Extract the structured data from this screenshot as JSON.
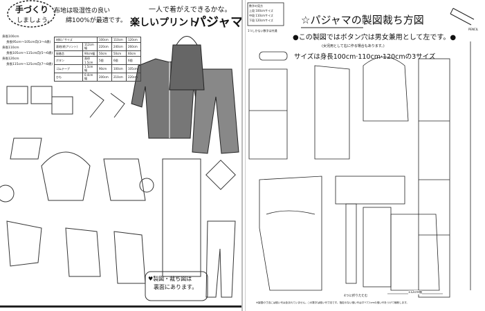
{
  "left_page": {
    "badge": {
      "line1": "手づくり",
      "line2": "しましょう。"
    },
    "fabric_note": {
      "line1": "布地は吸湿性の良い",
      "line2": "綿100%が最適です。"
    },
    "subtitle": "一人で着がえできるかな。",
    "title_a": "楽しいプリント",
    "title_b": "パジャマ",
    "sizes": [
      {
        "label": "身長100cm",
        "detail": "身長95cm〜105cm向(3〜4歳)"
      },
      {
        "label": "身長110cm",
        "detail": "身長105cm〜115cm向(5〜6歳)"
      },
      {
        "label": "身長120cm",
        "detail": "身長115cm〜125cm向(7〜8歳)"
      }
    ],
    "materials_table": {
      "header": [
        "材料",
        "サイズ",
        "100cm",
        "110cm",
        "120cm"
      ],
      "rows": [
        [
          "表地(柄プリント)",
          "112cm幅",
          "220cm",
          "240cm",
          "260cm"
        ],
        [
          "接着芯",
          "90cm幅",
          "50cm",
          "50cm",
          "60cm"
        ],
        [
          "ボタン",
          "直径1.5cm",
          "5個",
          "6個",
          "6個"
        ],
        [
          "ゴムテープ",
          "1.5cm幅",
          "90cm",
          "100cm",
          "105cm"
        ],
        [
          "ひも",
          "0.4cm幅",
          "200cm",
          "210cm",
          "220cm"
        ]
      ]
    },
    "bottom_note": {
      "line1": "製図・裁ち図は",
      "line2": "裏面にあります。"
    }
  },
  "right_page": {
    "legend": {
      "title": "数字の見方",
      "rows": [
        "上段 100cmサイズ",
        "中段 110cmサイズ",
        "下段 120cmサイズ"
      ],
      "note": "1つしかない数字は共通"
    },
    "title": "パジャマの製図裁ち方図",
    "pencil_label": "PENCIL",
    "buttonhole_note": "●この製図ではボタン穴は男女兼用として左です。●",
    "buttonhole_sub": "(女児用として右に作る場合もあります。)",
    "size_note": "サイズは身長100cm·110cm·120cmの3サイズ",
    "fold_note": "4つに折りたたむ",
    "width_label": "112cm幅",
    "footer": "※製図の寸法には縫い代は含まれていません。○の数字は縫い代寸法です。指定のない縫い代はすべて1cmの縫い代をつけて裁断します。"
  }
}
